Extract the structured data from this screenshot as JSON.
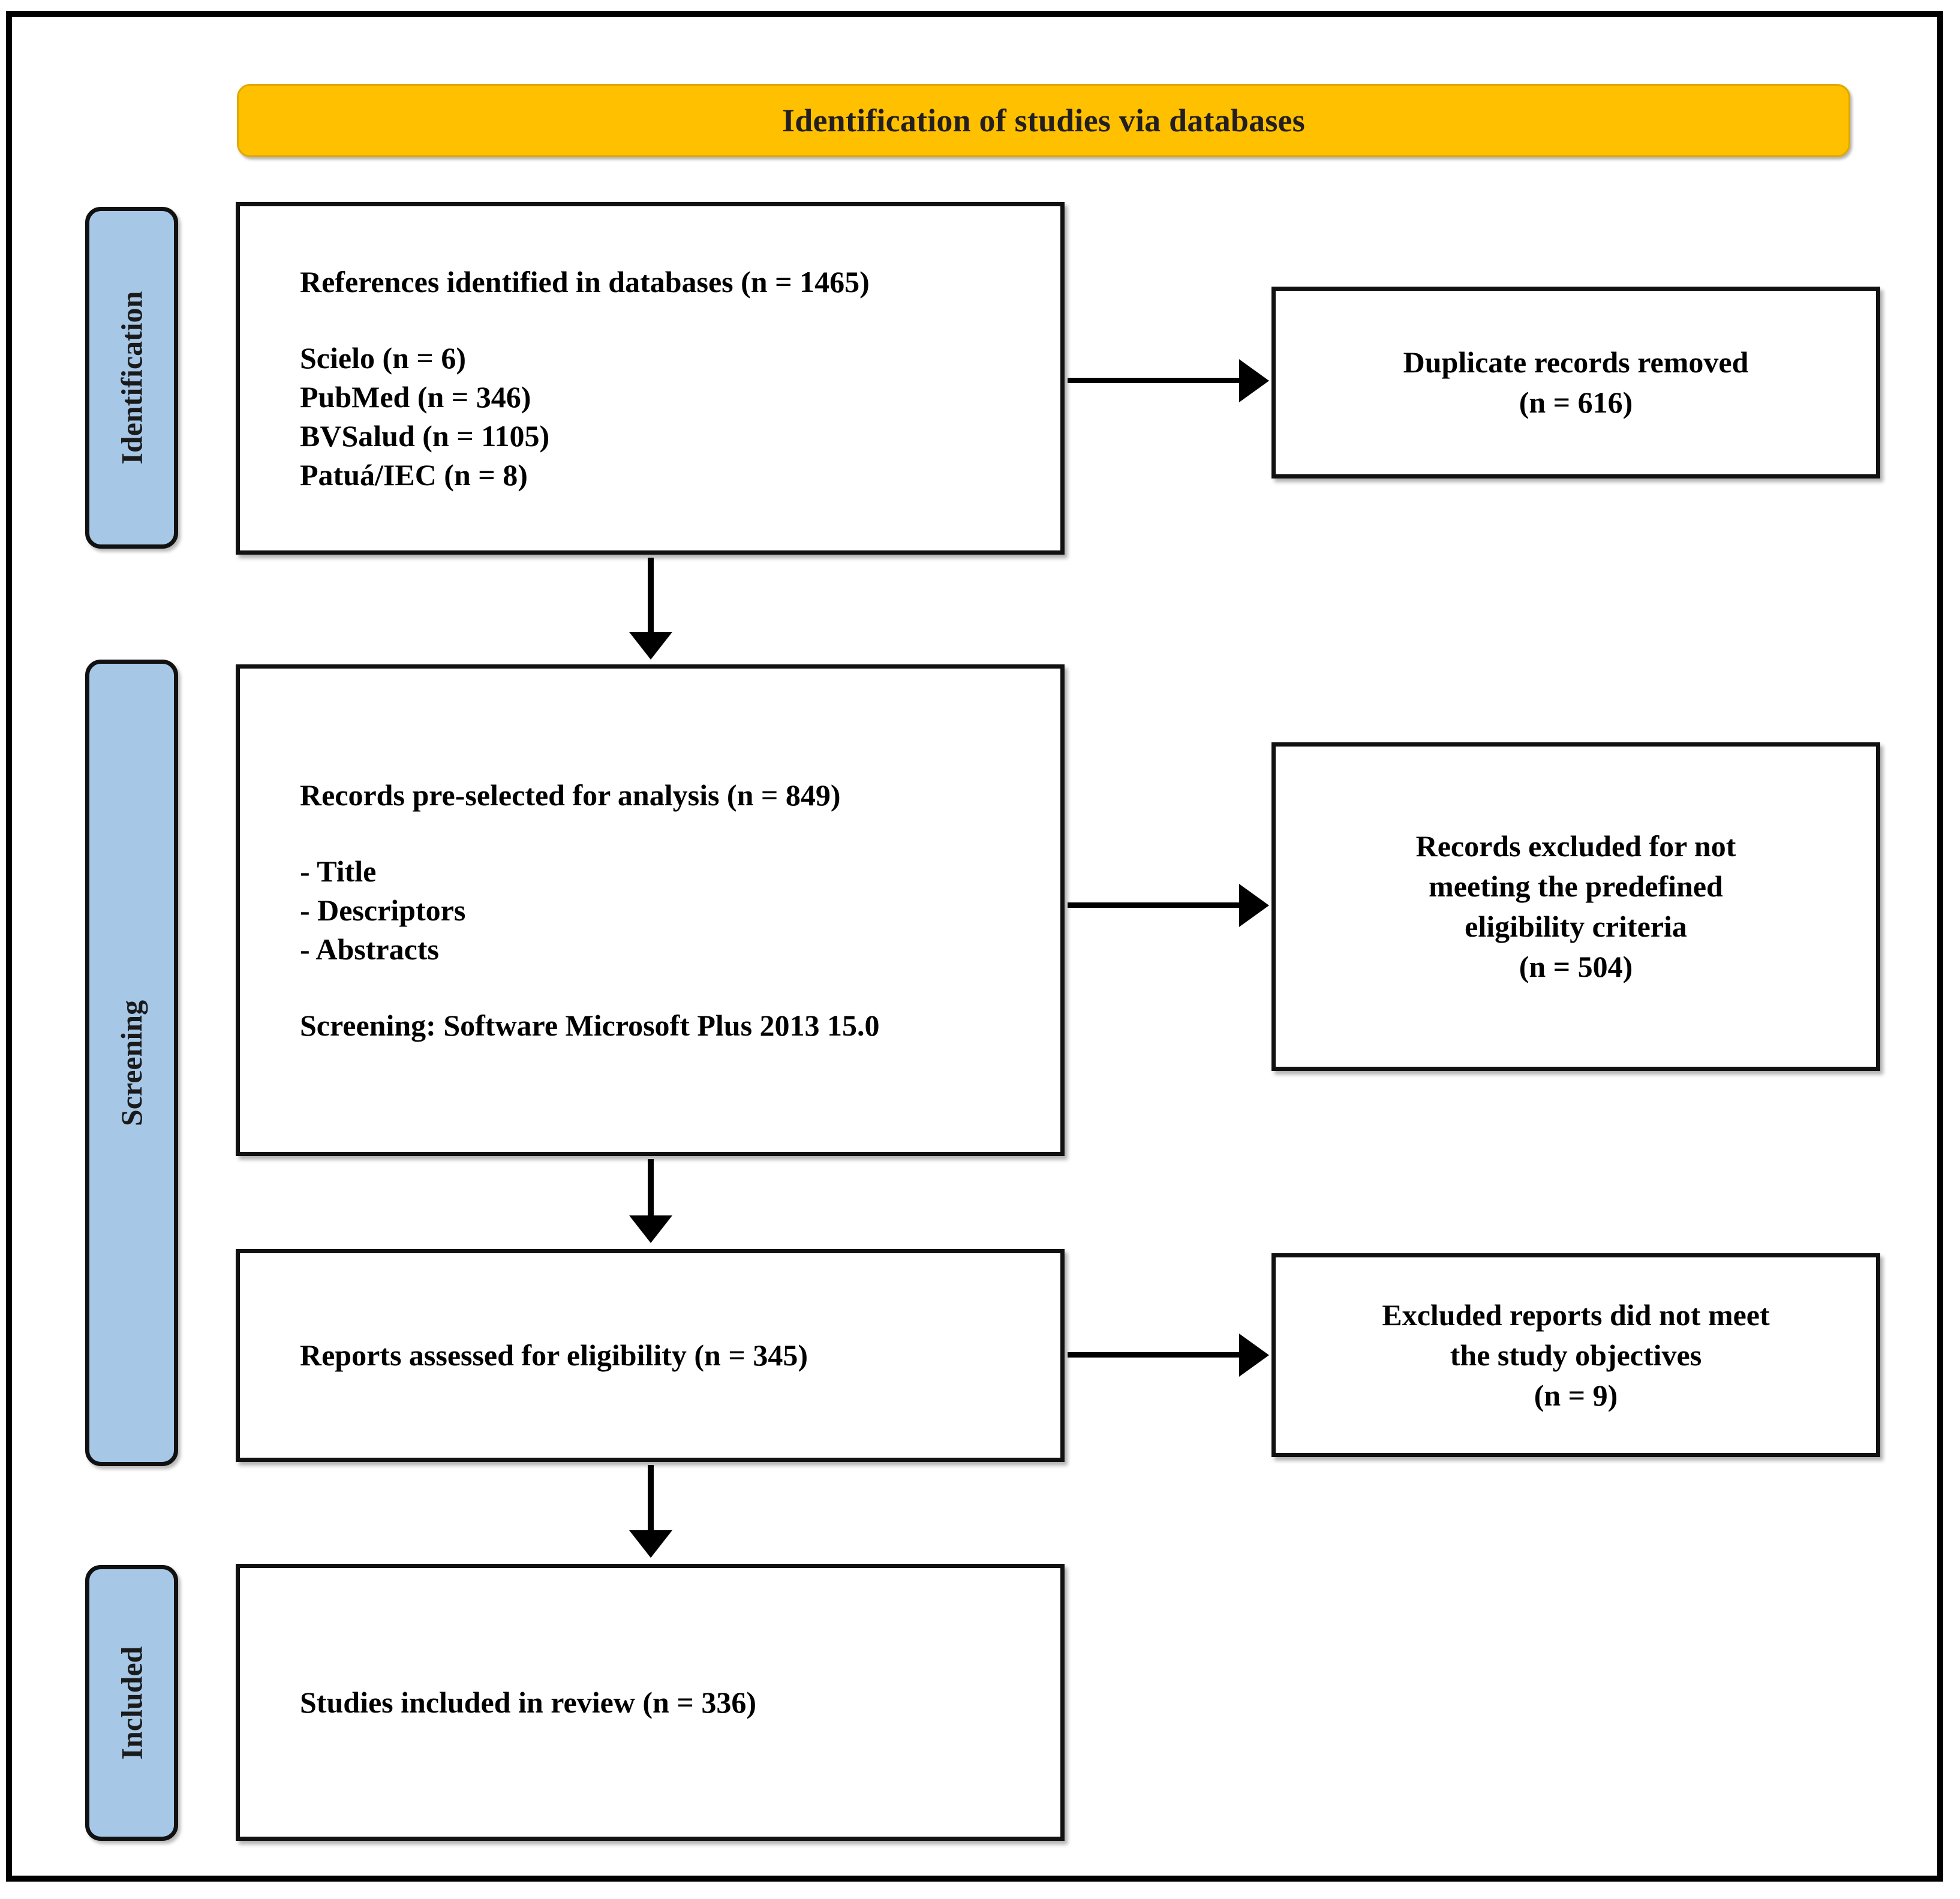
{
  "figure": {
    "type": "PRISMA flow diagram",
    "header": {
      "title": "Identification of studies via databases"
    },
    "colors": {
      "header_background": "#FFC000",
      "stage_tab_background": "#A7C7E7",
      "box_border": "#111111",
      "box_background": "#FFFFFF",
      "text": "#000000"
    },
    "stages": [
      {
        "key": "identification",
        "label": "Identification"
      },
      {
        "key": "screening",
        "label": "Screening"
      },
      {
        "key": "included",
        "label": "Included"
      }
    ],
    "boxes": {
      "identified": {
        "heading": "References identified in databases (n = 1465)",
        "sources": [
          "Scielo (n = 6)",
          "PubMed (n = 346)",
          "BVSalud (n = 1105)",
          "Patuá/IEC (n = 8)"
        ]
      },
      "duplicates_removed": {
        "line1": "Duplicate records removed",
        "line2": "(n = 616)"
      },
      "preselected": {
        "heading": "Records pre-selected for analysis (n = 849)",
        "criteria": [
          "- Title",
          "- Descriptors",
          "- Abstracts"
        ],
        "software": "Screening: Software Microsoft Plus 2013 15.0"
      },
      "excluded_screening": {
        "line1": "Records excluded for not",
        "line2": "meeting the predefined",
        "line3": "eligibility criteria",
        "line4": "(n = 504)"
      },
      "eligibility": {
        "heading": "Reports assessed for eligibility (n = 345)"
      },
      "excluded_eligibility": {
        "line1": "Excluded reports did not meet",
        "line2": "the study objectives",
        "line3": "(n = 9)"
      },
      "included": {
        "heading": "Studies included in review (n = 336)"
      }
    },
    "counts": {
      "records_identified": 1465,
      "scielo": 6,
      "pubmed": 346,
      "bvsalud": 1105,
      "patua_iec": 8,
      "duplicates_removed": 616,
      "records_preselected": 849,
      "excluded_screening": 504,
      "reports_assessed": 345,
      "excluded_eligibility": 9,
      "studies_included": 336
    }
  }
}
